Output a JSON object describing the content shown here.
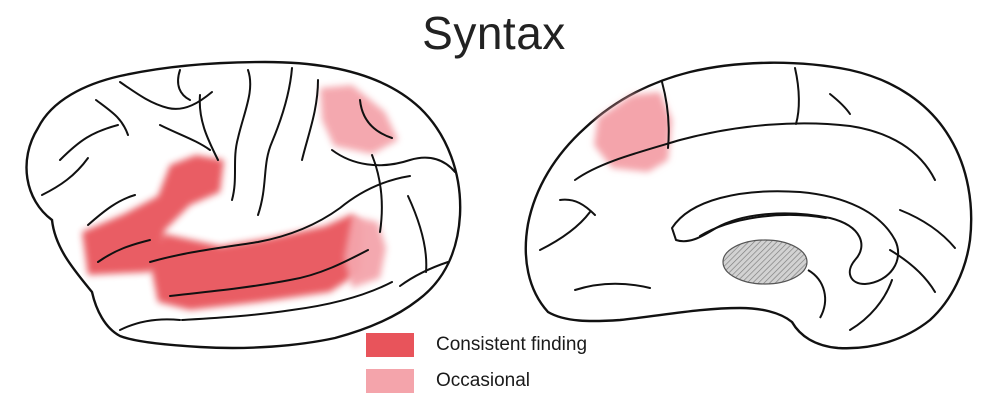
{
  "title": "Syntax",
  "legend": [
    {
      "label": "Consistent finding",
      "color": "#e8545b"
    },
    {
      "label": "Occasional",
      "color": "#f4a4ab"
    }
  ],
  "colors": {
    "outline": "#111111",
    "consistent_region": "#e8545b",
    "occasional_region": "#f4a4ab",
    "thalamus_hatch": "#8e8e8e"
  }
}
